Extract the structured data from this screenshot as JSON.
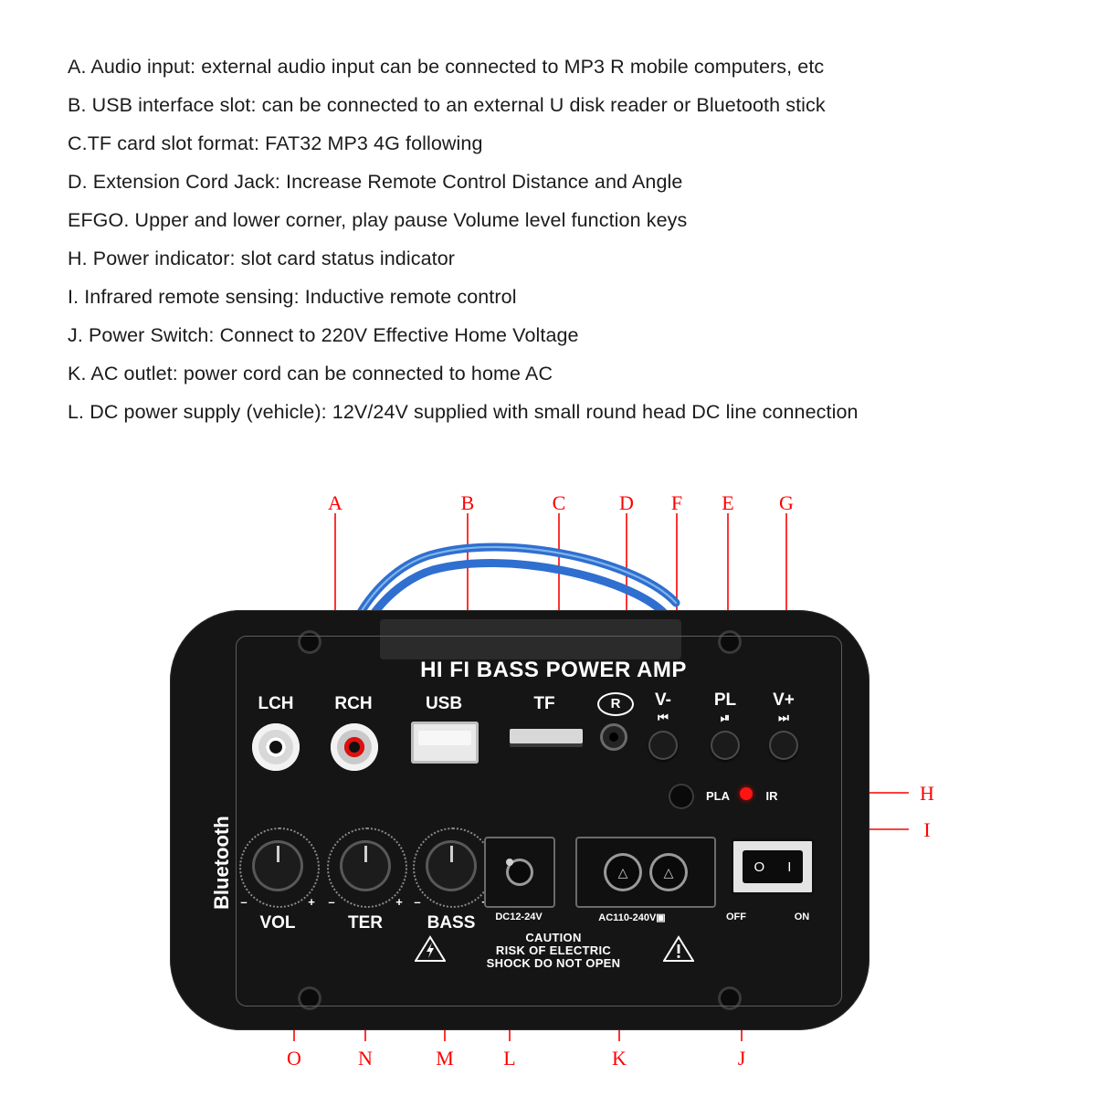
{
  "description": {
    "lines": [
      "A. Audio input: external audio input can be connected to MP3 R mobile computers, etc",
      "B. USB interface slot: can be connected to an external U disk reader or Bluetooth stick",
      "C.TF card slot format: FAT32 MP3 4G following",
      "D. Extension Cord Jack: Increase Remote Control Distance and Angle",
      "EFGO. Upper and lower corner, play pause Volume level function keys",
      "H. Power indicator: slot card status indicator",
      "I. Infrared remote sensing: Inductive remote control",
      "J. Power Switch: Connect to 220V Effective Home Voltage",
      "K. AC outlet: power cord can be connected to home AC",
      "L. DC power supply (vehicle): 12V/24V supplied with small round head DC line connection"
    ]
  },
  "callouts": {
    "top": [
      "A",
      "B",
      "C",
      "D",
      "F",
      "E",
      "G"
    ],
    "right": [
      "H",
      "I"
    ],
    "bottom": [
      "O",
      "N",
      "M",
      "L",
      "K",
      "J"
    ]
  },
  "board": {
    "title": "HI FI BASS POWER AMP",
    "brand": "Bluetooth",
    "labels": {
      "lch": "LCH",
      "rch": "RCH",
      "usb": "USB",
      "tf": "TF",
      "ir_jack": "R",
      "vol_down": "V-",
      "play": "PL",
      "vol_up": "V+",
      "vol_down_icon": "⏮",
      "play_icon": "⏯",
      "vol_up_icon": "⏭",
      "pla": "PLA",
      "ir": "IR",
      "vol": "VOL",
      "ter": "TER",
      "bass": "BASS",
      "minus": "–",
      "plus": "+",
      "dc_rating": "DC12-24V",
      "ac_rating": "AC110-240V",
      "ac_class": "▣",
      "switch_off": "OFF",
      "switch_on": "ON",
      "switch_o": "O",
      "switch_i": "I"
    },
    "caution": {
      "line1": "CAUTION",
      "line2": "RISK OF ELECTRIC",
      "line3": "SHOCK DO NOT OPEN"
    }
  },
  "colors": {
    "callout_red": "#ff0000",
    "board_black": "#151515",
    "text_dark": "#1b1b1b",
    "cable_blue": "#2f6fd0",
    "led_red": "#ff1414"
  }
}
